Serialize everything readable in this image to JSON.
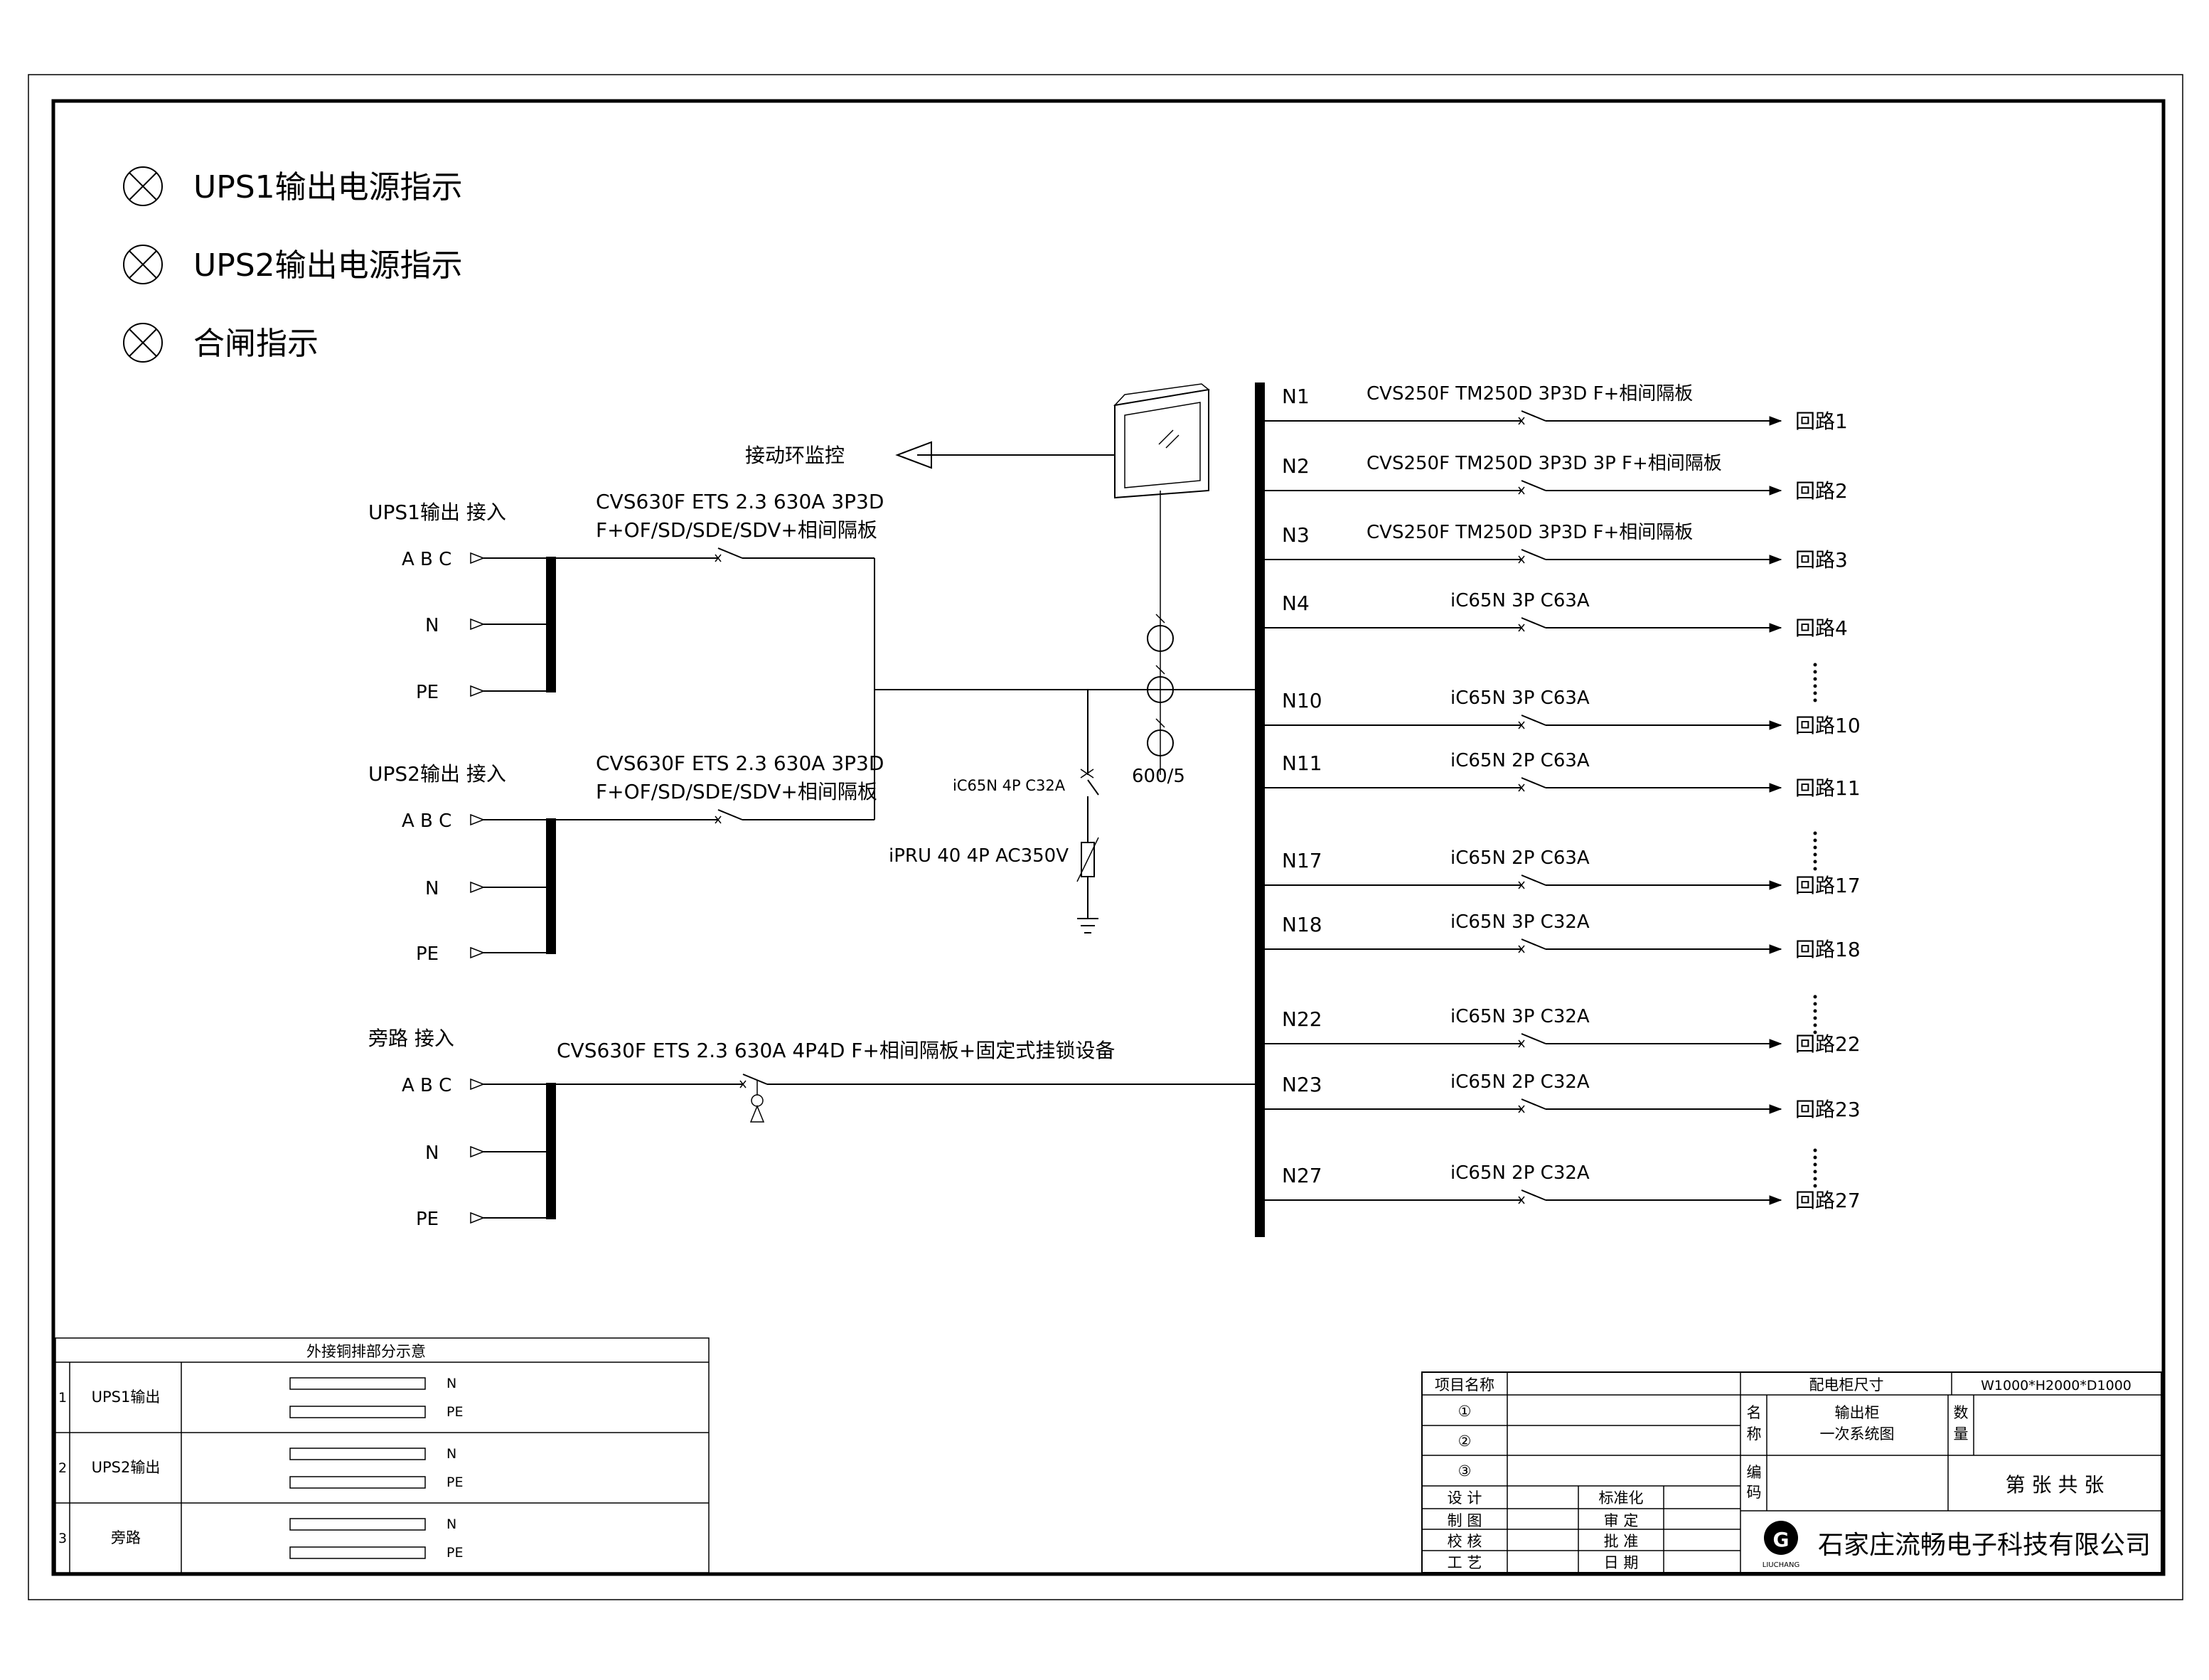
{
  "legend": [
    {
      "label": "UPS1输出电源指示"
    },
    {
      "label": "UPS2输出电源指示"
    },
    {
      "label": "合闸指示"
    }
  ],
  "inputs": [
    {
      "title": "UPS1输出 接入",
      "breaker": [
        "CVS630F ETS 2.3 630A 3P3D",
        "F+OF/SD/SDE/SDV+相间隔板"
      ],
      "phases": [
        "A B C",
        "N",
        "PE"
      ]
    },
    {
      "title": "UPS2输出 接入",
      "breaker": [
        "CVS630F ETS 2.3 630A 3P3D",
        "F+OF/SD/SDE/SDV+相间隔板"
      ],
      "phases": [
        "A B C",
        "N",
        "PE"
      ]
    },
    {
      "title": "旁路 接入",
      "breaker": [
        "CVS630F ETS 2.3 630A 4P4D F+相间隔板+固定式挂锁设备"
      ],
      "phases": [
        "A B C",
        "N",
        "PE"
      ]
    }
  ],
  "monitor_label": "接动环监控",
  "ct_label": "600/5",
  "spd": {
    "breaker": "iC65N 4P C32A",
    "arrester": "iPRU 40 4P AC350V"
  },
  "outputs": [
    {
      "node": "N1",
      "breaker": "CVS250F TM250D 3P3D F+相间隔板",
      "circuit": "回路1"
    },
    {
      "node": "N2",
      "breaker": "CVS250F TM250D 3P3D 3P F+相间隔板",
      "circuit": "回路2"
    },
    {
      "node": "N3",
      "breaker": "CVS250F TM250D 3P3D F+相间隔板",
      "circuit": "回路3"
    },
    {
      "node": "N4",
      "breaker": "iC65N 3P C63A",
      "circuit": "回路4"
    },
    {
      "node": "N10",
      "breaker": "iC65N 3P C63A",
      "circuit": "回路10"
    },
    {
      "node": "N11",
      "breaker": "iC65N 2P C63A",
      "circuit": "回路11"
    },
    {
      "node": "N17",
      "breaker": "iC65N 2P C63A",
      "circuit": "回路17"
    },
    {
      "node": "N18",
      "breaker": "iC65N 3P C32A",
      "circuit": "回路18"
    },
    {
      "node": "N22",
      "breaker": "iC65N 3P C32A",
      "circuit": "回路22"
    },
    {
      "node": "N23",
      "breaker": "iC65N 2P C32A",
      "circuit": "回路23"
    },
    {
      "node": "N27",
      "breaker": "iC65N 2P C32A",
      "circuit": "回路27"
    }
  ],
  "copper_table": {
    "title": "外接铜排部分示意",
    "rows": [
      {
        "no": "1",
        "name": "UPS1输出",
        "bars": [
          "N",
          "PE"
        ]
      },
      {
        "no": "2",
        "name": "UPS2输出",
        "bars": [
          "N",
          "PE"
        ]
      },
      {
        "no": "3",
        "name": "旁路",
        "bars": [
          "N",
          "PE"
        ]
      }
    ]
  },
  "title_block": {
    "project_label": "项目名称",
    "items": [
      "①",
      "②",
      "③"
    ],
    "size_label": "配电柜尺寸",
    "size_value": "W1000*H2000*D1000",
    "name_label": "名称",
    "name_value": [
      "输出柜",
      "一次系统图"
    ],
    "qty_label": "数量",
    "code_label": "编码",
    "sheet_text": "第  张 共  张",
    "roles_left": [
      "设  计",
      "制  图",
      "校  核",
      "工  艺"
    ],
    "roles_right": [
      "标准化",
      "审  定",
      "批  准",
      "日  期"
    ],
    "logo_letter": "G",
    "logo_sub": "LIUCHANG",
    "company": "石家庄流畅电子科技有限公司"
  }
}
